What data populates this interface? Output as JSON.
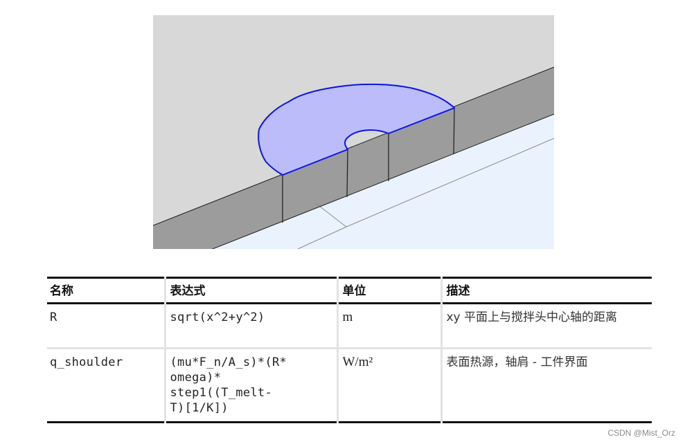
{
  "figure": {
    "description": "3D geometry view: workpiece top surface with semicircular annular shoulder region highlighted",
    "colors": {
      "top_surface": "#d8d8d8",
      "side_face": "#9c9c9c",
      "lower_plane": "#eaf3fd",
      "highlight_fill": "#bcbcfb",
      "highlight_edge": "#0a14e6",
      "edge_line": "#1a1a1a"
    }
  },
  "table": {
    "headers": [
      "名称",
      "表达式",
      "单位",
      "描述"
    ],
    "rows": [
      {
        "name": "R",
        "expression": [
          "sqrt(x^2+y^2)"
        ],
        "unit": "m",
        "description": "xy  平面上与搅拌头中心轴的距离"
      },
      {
        "name": "q_shoulder",
        "expression": [
          "(mu*F_n/A_s)*(R*",
          "omega)*",
          "step1((T_melt-",
          "T)[1/K])"
        ],
        "unit": "W/m²",
        "description": "表面热源，轴肩 - 工件界面"
      }
    ]
  },
  "watermark": "CSDN @Mist_Orz"
}
